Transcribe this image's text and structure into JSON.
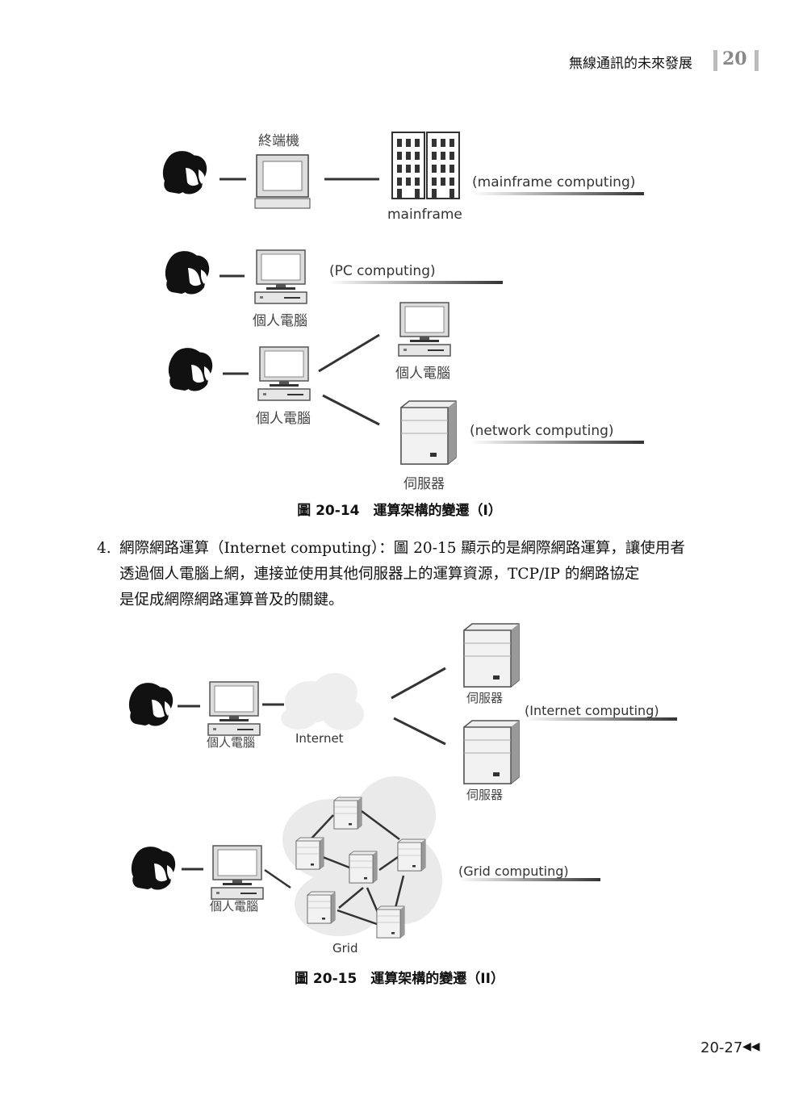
{
  "header": {
    "chapter_title": "無線通訊的未來發展",
    "chapter_number": "20"
  },
  "figure1": {
    "terminal_label": "終端機",
    "mainframe_label": "mainframe",
    "mainframe_computing": "(mainframe computing)",
    "pc_label_1": "個人電腦",
    "pc_computing": "(PC computing)",
    "pc_label_2": "個人電腦",
    "pc_label_3": "個人電腦",
    "server_label": "伺服器",
    "network_computing": "(network computing)",
    "caption": "圖 20-14　運算架構的變遷（I）"
  },
  "paragraph": {
    "number": "4.",
    "lines": [
      "網際網路運算（Internet computing）：圖 20-15 顯示的是網際網路運算，讓使用者",
      "透過個人電腦上網，連接並使用其他伺服器上的運算資源，TCP/IP 的網路協定",
      "是促成網際網路運算普及的關鍵。"
    ]
  },
  "figure2": {
    "pc_label_1": "個人電腦",
    "internet_label": "Internet",
    "server_label_1": "伺服器",
    "server_label_2": "伺服器",
    "internet_computing": "(Internet computing)",
    "pc_label_2": "個人電腦",
    "grid_label": "Grid",
    "grid_computing": "(Grid computing)",
    "caption": "圖 20-15　運算架構的變遷（II）"
  },
  "footer": {
    "page_number": "20-27",
    "nav_icon": "double-left-arrow"
  }
}
